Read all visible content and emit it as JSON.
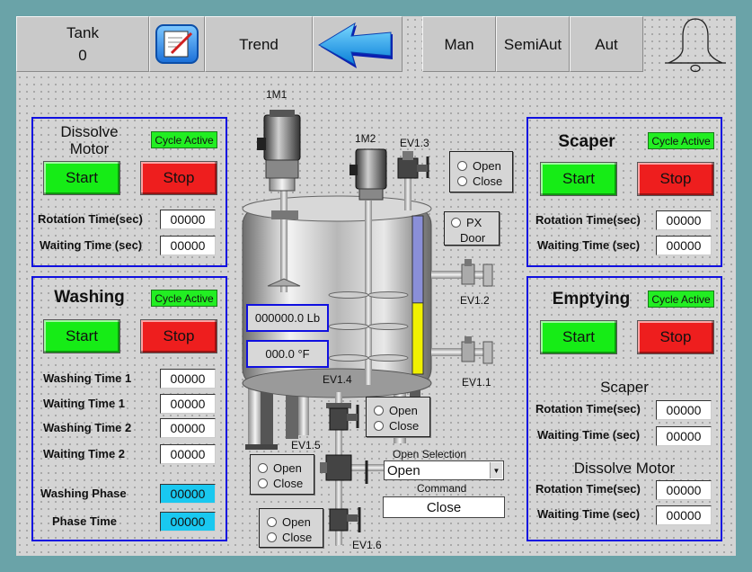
{
  "topbar": {
    "tank_label": "Tank",
    "tank_value": "0",
    "trend_label": "Trend",
    "man_label": "Man",
    "semiaut_label": "SemiAut",
    "aut_label": "Aut"
  },
  "dissolve": {
    "title_line1": "Dissolve",
    "title_line2": "Motor",
    "status": "Cycle Active",
    "start": "Start",
    "stop": "Stop",
    "rotation_label": "Rotation Time(sec)",
    "rotation_value": "00000",
    "waiting_label": "Waiting Time (sec)",
    "waiting_value": "00000"
  },
  "washing": {
    "title": "Washing",
    "status": "Cycle Active",
    "start": "Start",
    "stop": "Stop",
    "rows": [
      {
        "label": "Washing Time 1",
        "value": "00000"
      },
      {
        "label": "Waiting Time 1",
        "value": "00000"
      },
      {
        "label": "Washing Time 2",
        "value": "00000"
      },
      {
        "label": "Waiting Time 2",
        "value": "00000"
      }
    ],
    "phase_label": "Washing Phase",
    "phase_value": "00000",
    "phase_time_label": "Phase Time",
    "phase_time_value": "00000"
  },
  "scaper": {
    "title": "Scaper",
    "status": "Cycle Active",
    "start": "Start",
    "stop": "Stop",
    "rotation_label": "Rotation Time(sec)",
    "rotation_value": "00000",
    "waiting_label": "Waiting Time (sec)",
    "waiting_value": "00000"
  },
  "emptying": {
    "title": "Emptying",
    "status": "Cycle Active",
    "start": "Start",
    "stop": "Stop",
    "scaper_sub": "Scaper",
    "scaper_rotation_label": "Rotation Time(sec)",
    "scaper_rotation_value": "00000",
    "scaper_waiting_label": "Waiting Time (sec)",
    "scaper_waiting_value": "00000",
    "dissolve_sub": "Dissolve Motor",
    "dissolve_rotation_label": "Rotation Time(sec)",
    "dissolve_rotation_value": "00000",
    "dissolve_waiting_label": "Waiting Time (sec)",
    "dissolve_waiting_value": "00000"
  },
  "process": {
    "motor1": "1M1",
    "motor2": "1M2",
    "ev13": "EV1.3",
    "ev12": "EV1.2",
    "ev11": "EV1.1",
    "ev14": "EV1.4",
    "ev15": "EV1.5",
    "ev16": "EV1.6",
    "open": "Open",
    "close": "Close",
    "px_door_1": "PX",
    "px_door_2": "Door",
    "weight": "000000.0 Lb",
    "temperature": "000.0 °F",
    "level_fraction": 0.45,
    "open_selection_label": "Open Selection",
    "open_selection_value": "Open",
    "command_label": "Command",
    "command_value": "Close"
  },
  "colors": {
    "panel_border": "#1010e0",
    "start": "#16ec16",
    "stop": "#ee1e1e",
    "active_badge": "#22ee22",
    "level_fill": "#f0f000",
    "level_empty": "#8a8fd8",
    "cyan_field": "#19c8f0"
  }
}
